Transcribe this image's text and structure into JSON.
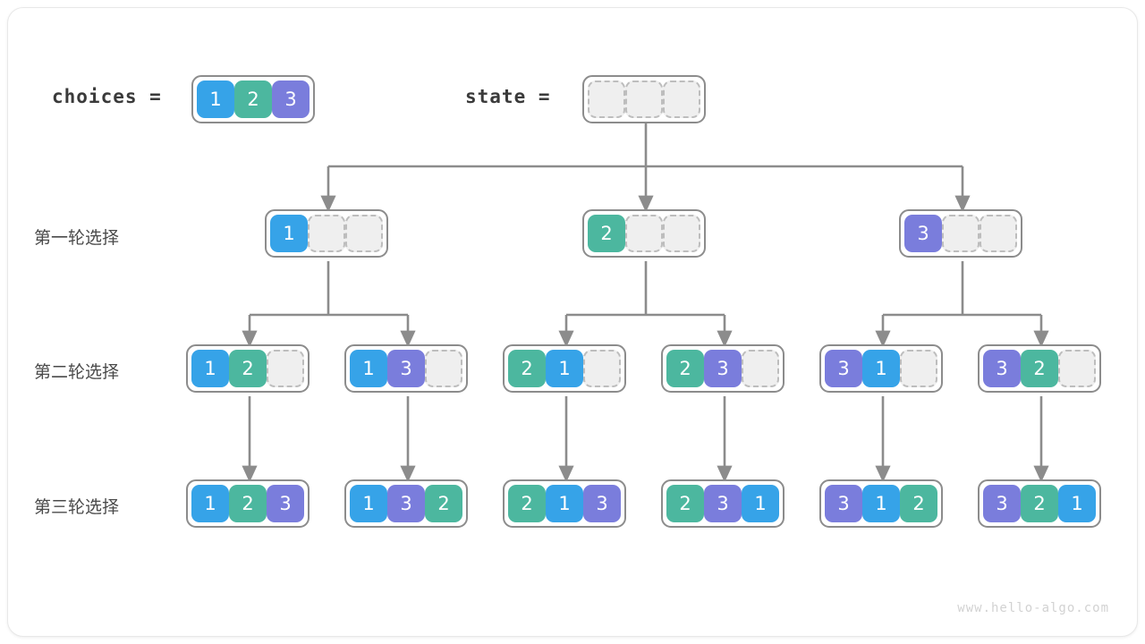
{
  "watermark": "www.hello-algo.com",
  "colors": {
    "value_1": "#36a3e8",
    "value_2": "#4cb79f",
    "value_3": "#7a7ddc",
    "empty_cell": "#efefef",
    "node_border": "#8c8c8c",
    "connector": "#8c8c8c",
    "text": "#4a4a4a"
  },
  "header": {
    "choices_label": "choices =",
    "choices_values": [
      "1",
      "2",
      "3"
    ],
    "state_label": "state =",
    "state_values": [
      "",
      "",
      ""
    ]
  },
  "rows": [
    {
      "label": "第一轮选择",
      "nodes": [
        {
          "cells": [
            "1",
            "",
            ""
          ]
        },
        {
          "cells": [
            "2",
            "",
            ""
          ]
        },
        {
          "cells": [
            "3",
            "",
            ""
          ]
        }
      ]
    },
    {
      "label": "第二轮选择",
      "nodes": [
        {
          "cells": [
            "1",
            "2",
            ""
          ]
        },
        {
          "cells": [
            "1",
            "3",
            ""
          ]
        },
        {
          "cells": [
            "2",
            "1",
            ""
          ]
        },
        {
          "cells": [
            "2",
            "3",
            ""
          ]
        },
        {
          "cells": [
            "3",
            "1",
            ""
          ]
        },
        {
          "cells": [
            "3",
            "2",
            ""
          ]
        }
      ]
    },
    {
      "label": "第三轮选择",
      "nodes": [
        {
          "cells": [
            "1",
            "2",
            "3"
          ]
        },
        {
          "cells": [
            "1",
            "3",
            "2"
          ]
        },
        {
          "cells": [
            "2",
            "1",
            "3"
          ]
        },
        {
          "cells": [
            "2",
            "3",
            "1"
          ]
        },
        {
          "cells": [
            "3",
            "1",
            "2"
          ]
        },
        {
          "cells": [
            "3",
            "2",
            "1"
          ]
        }
      ]
    }
  ]
}
